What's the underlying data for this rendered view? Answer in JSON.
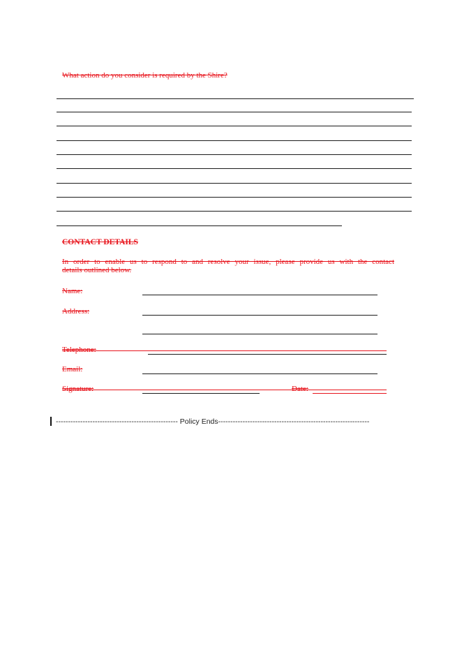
{
  "question": "What action do you consider is required by the Shire?",
  "contact": {
    "heading": "CONTACT DETAILS",
    "intro_line1": "In order to enable us to respond to and resolve your issue, please provide us with the contact",
    "intro_line2": "details outlined below.",
    "name_label": "Name:",
    "address_label": "Address:",
    "telephone_label": "Telephone:",
    "email_label": "Email:",
    "signature_label": "Signature:",
    "date_label": "Date:"
  },
  "footer": {
    "dashes_left": "--------------------------------------------------",
    "policy_ends": "Policy Ends",
    "dashes_right": "--------------------------------------------------------------"
  },
  "colors": {
    "deleted_text": "#e8141c",
    "rule_line": "#1b1b1b"
  }
}
